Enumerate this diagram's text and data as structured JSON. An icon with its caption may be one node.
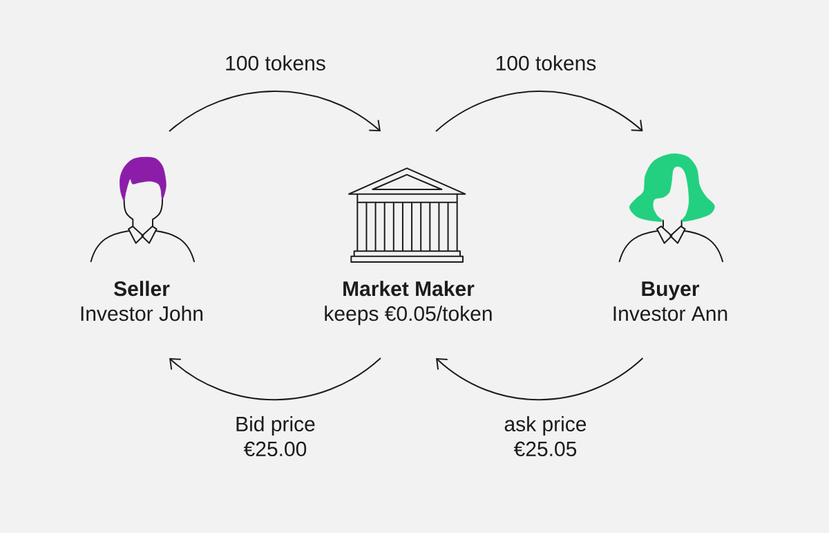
{
  "diagram": {
    "nodes": [
      {
        "text": [
          "Seller",
          "Investor John"
        ]
      },
      {
        "text": [
          "Market Maker",
          "keeps €0.05/token"
        ]
      },
      {
        "text": [
          "Buyer",
          "Investor Ann"
        ]
      }
    ],
    "edges": [
      {
        "from": 0,
        "to": 1,
        "arrow": "to",
        "label": "100 tokens"
      },
      {
        "from": 1,
        "to": 2,
        "arrow": "to",
        "label": "100 tokens"
      },
      {
        "from": 1,
        "to": 0,
        "arrow": "to",
        "label": "Bid price €25.00"
      },
      {
        "from": 2,
        "to": 1,
        "arrow": "to",
        "label": "ask price €25.05"
      }
    ]
  }
}
